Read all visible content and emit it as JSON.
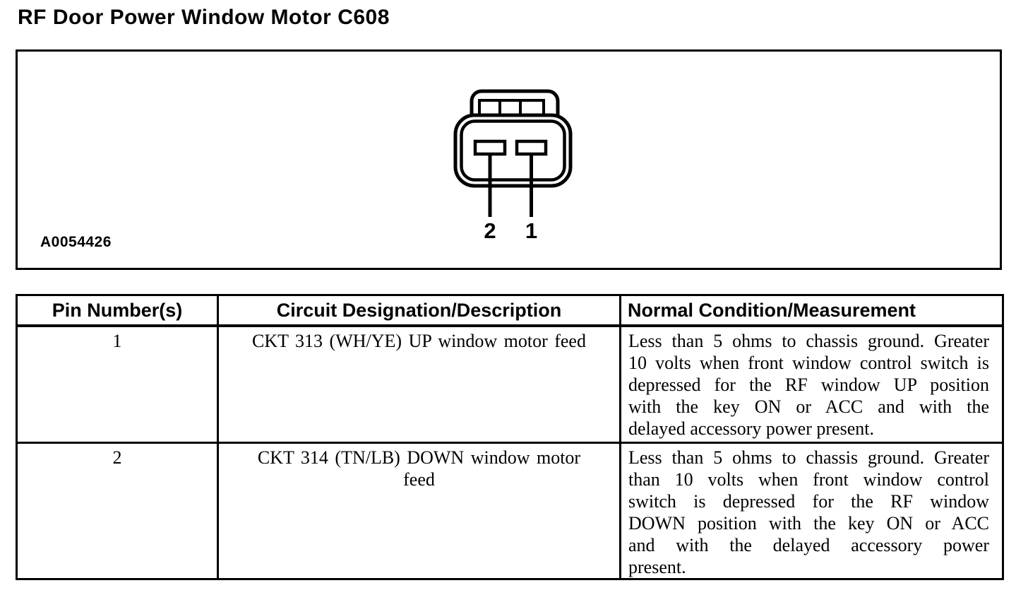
{
  "page_title": "RF Door Power Window Motor C608",
  "figure": {
    "code": "A0054426",
    "pins": [
      {
        "label": "2"
      },
      {
        "label": "1"
      }
    ]
  },
  "table": {
    "headers": [
      "Pin Number(s)",
      "Circuit Designation/Description",
      "Normal Condition/Measurement"
    ],
    "rows": [
      {
        "pin": "1",
        "circuit_lines": [
          "CKT 313 (WH/YE) UP window motor feed"
        ],
        "condition_lines": [
          "Less than 5 ohms to chassis ground. Greater",
          "10 volts when front window control switch is",
          "depressed for the RF window UP position",
          "with the key ON or ACC and with the",
          "delayed accessory power present."
        ]
      },
      {
        "pin": "2",
        "circuit_lines": [
          "CKT 314 (TN/LB) DOWN window motor",
          "feed"
        ],
        "condition_lines": [
          "Less than 5 ohms to chassis ground. Greater",
          "than 10 volts when front window control",
          "switch is depressed for the RF window",
          "DOWN position with the key ON or ACC",
          "and with the delayed accessory power",
          "present."
        ]
      }
    ]
  }
}
